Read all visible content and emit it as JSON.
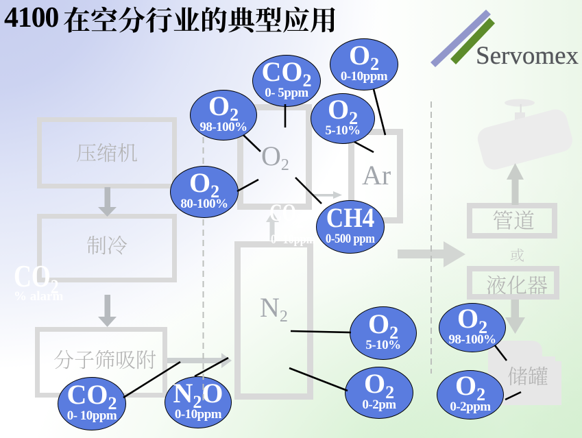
{
  "slide": {
    "title": {
      "product": "4100",
      "suffix_cjk": "在空分行业的典型应用",
      "full": "4100 在空分行业的典型应用"
    },
    "logo": {
      "brand": "Servomex"
    }
  },
  "process_boxes": {
    "compressor": {
      "label": "压缩机"
    },
    "refrigeration": {
      "label": "制冷"
    },
    "molecular_sieve": {
      "label": "分子筛吸附"
    },
    "oxygen_column": {
      "label_main": "O",
      "label_sub": "2",
      "label": "O2"
    },
    "argon_column": {
      "label": "Ar"
    },
    "nitrogen_column": {
      "label_main": "N",
      "label_sub": "2",
      "label": "N2"
    },
    "pipeline": {
      "label": "管道"
    },
    "liquefier": {
      "label": "液化器"
    },
    "storage_tank": {
      "label": "储罐"
    }
  },
  "or_label": "或",
  "overlay_labels": {
    "co2_alarm": {
      "formula_main": "CO",
      "formula_sub": "2",
      "range": "% alarm"
    },
    "co2_column": {
      "formula_main": "CO",
      "formula_sub": "2",
      "range": "0- 10ppm"
    }
  },
  "measurement_points": [
    {
      "gas_main": "CO",
      "gas_sub": "2",
      "gas_post": "",
      "range": "0- 5ppm"
    },
    {
      "gas_main": "O",
      "gas_sub": "2",
      "gas_post": "",
      "range": "0-10ppm"
    },
    {
      "gas_main": "O",
      "gas_sub": "2",
      "gas_post": "",
      "range": "98-100%"
    },
    {
      "gas_main": "O",
      "gas_sub": "2",
      "gas_post": "",
      "range": "5-10%"
    },
    {
      "gas_main": "O",
      "gas_sub": "2",
      "gas_post": "",
      "range": "80-100%"
    },
    {
      "gas_main": "CH4",
      "gas_sub": "",
      "gas_post": "",
      "range": "0-500 ppm"
    },
    {
      "gas_main": "O",
      "gas_sub": "2",
      "gas_post": "",
      "range": "5-10%"
    },
    {
      "gas_main": "O",
      "gas_sub": "2",
      "gas_post": "",
      "range": "0-2pm"
    },
    {
      "gas_main": "O",
      "gas_sub": "2",
      "gas_post": "",
      "range": "98-100%"
    },
    {
      "gas_main": "O",
      "gas_sub": "2",
      "gas_post": "",
      "range": "0-2ppm"
    },
    {
      "gas_main": "CO",
      "gas_sub": "2",
      "gas_post": "",
      "range": "0- 10ppm"
    },
    {
      "gas_main": "N",
      "gas_sub": "2",
      "gas_post": "O",
      "range": "0-10ppm"
    }
  ],
  "colors": {
    "bubble_fill": "#5a7cdf",
    "box_border": "#d9d9d9",
    "box_label_gray": "#b3b3b3",
    "background_top_left": "#c5cdee",
    "background_bottom_right": "#c7ebc3",
    "logo_purple": "#9297cb",
    "logo_green": "#5d8c2b"
  }
}
